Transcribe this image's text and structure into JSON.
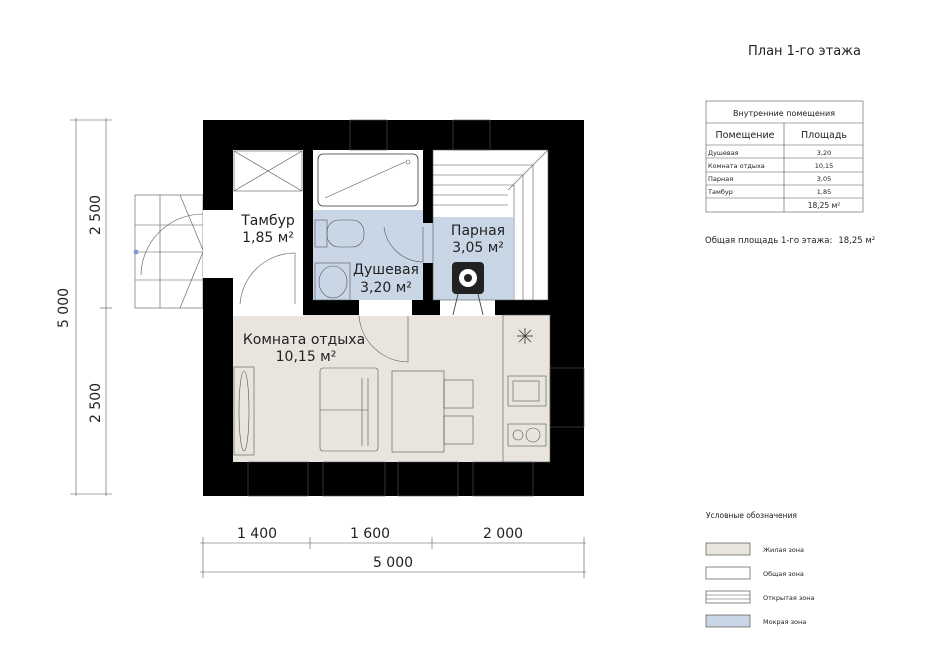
{
  "title": "План 1-го этажа",
  "rooms": {
    "tambur": {
      "name": "Тамбур",
      "area": "1,85 м²"
    },
    "shower": {
      "name": "Душевая",
      "area": "3,20 м²"
    },
    "sauna": {
      "name": "Парная",
      "area": "3,05 м²"
    },
    "lounge": {
      "name": "Комната отдыха",
      "area": "10,15 м²"
    }
  },
  "dimensions": {
    "left_total": "5 000",
    "left_top": "2 500",
    "left_bottom": "2 500",
    "bottom_1": "1 400",
    "bottom_2": "1 600",
    "bottom_3": "2 000",
    "bottom_total": "5 000"
  },
  "table": {
    "caption": "Внутренние помещения",
    "headers": [
      "Помещение",
      "Площадь"
    ],
    "rows": [
      [
        "Душевая",
        "3,20"
      ],
      [
        "Комната отдыха",
        "10,15"
      ],
      [
        "Парная",
        "3,05"
      ],
      [
        "Тамбур",
        "1,85"
      ]
    ],
    "total": "18,25 м²"
  },
  "total_area": {
    "label": "Общая площадь 1-го этажа:",
    "value": "18,25 м²"
  },
  "legend": {
    "title": "Условные обозначения",
    "items": [
      {
        "label": "Жилая зона",
        "color": "#e9e4dd"
      },
      {
        "label": "Общая зона",
        "color": "#ffffff"
      },
      {
        "label": "Открытая зона",
        "color": "#ffffff"
      },
      {
        "label": "Мокрая зона",
        "color": "#c9d6e6"
      }
    ]
  },
  "colors": {
    "living": "#e9e4dd",
    "wet": "#c9d6e6",
    "wall": "#000000"
  }
}
